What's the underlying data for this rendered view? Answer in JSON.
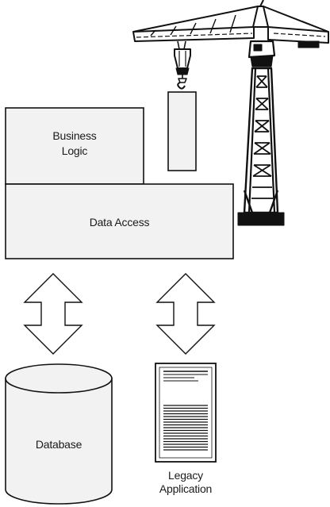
{
  "diagram": {
    "business_logic_label": "Business\nLogic",
    "data_access_label": "Data Access",
    "database_label": "Database",
    "legacy_application_label": "Legacy\nApplication",
    "icons": [
      "construction-crane-icon",
      "hanging-block-icon",
      "double-arrow-icon",
      "legacy-terminal-icon",
      "database-cylinder-icon"
    ],
    "colors": {
      "box_fill": "#f2f2f2",
      "stroke": "#111111",
      "crane": "#111111"
    }
  }
}
